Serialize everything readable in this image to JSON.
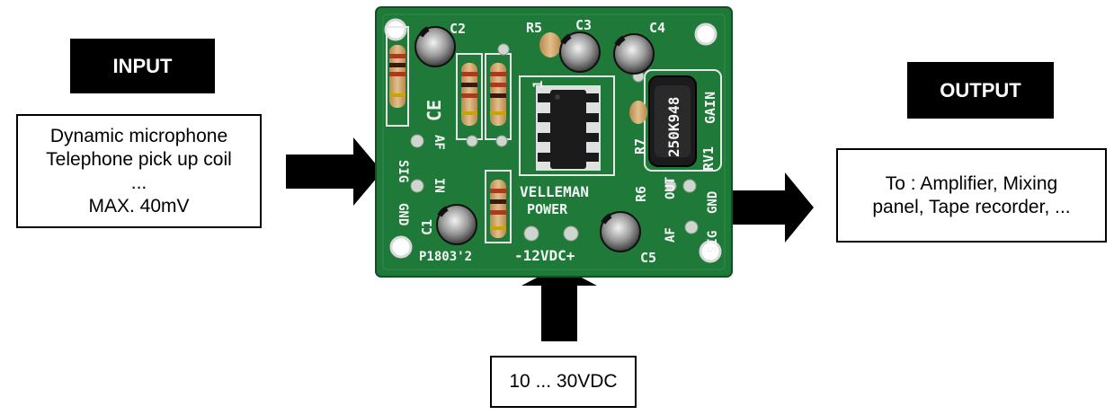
{
  "input": {
    "title": "INPUT",
    "lines": [
      "Dynamic microphone",
      "Telephone pick up coil",
      "...",
      "MAX. 40mV"
    ]
  },
  "output": {
    "title": "OUTPUT",
    "lines": [
      "To : Amplifier, Mixing",
      "panel, Tape recorder, ..."
    ]
  },
  "power": {
    "label": "10 ... 30VDC"
  },
  "board": {
    "pcb_color": "#1f7a3a",
    "silkscreen": {
      "c1": "C1",
      "c2": "C2",
      "c3": "C3",
      "c4": "C4",
      "c5": "C5",
      "r5": "R5",
      "r6": "R6",
      "r7": "R7",
      "rv1": "RV1",
      "gain": "GAIN",
      "pot_value": "250K948",
      "sig_in": "SIG",
      "gnd_in": "GND",
      "af_in": "AF",
      "in": "IN",
      "af_out": "AF",
      "out": "OUT",
      "sig_out": "SIG",
      "gnd_out": "GND",
      "brand": "VELLEMAN",
      "power": "POWER",
      "supply": "-12VDC+",
      "model": "P1803'2",
      "ce": "CE",
      "pin1": "1"
    }
  }
}
